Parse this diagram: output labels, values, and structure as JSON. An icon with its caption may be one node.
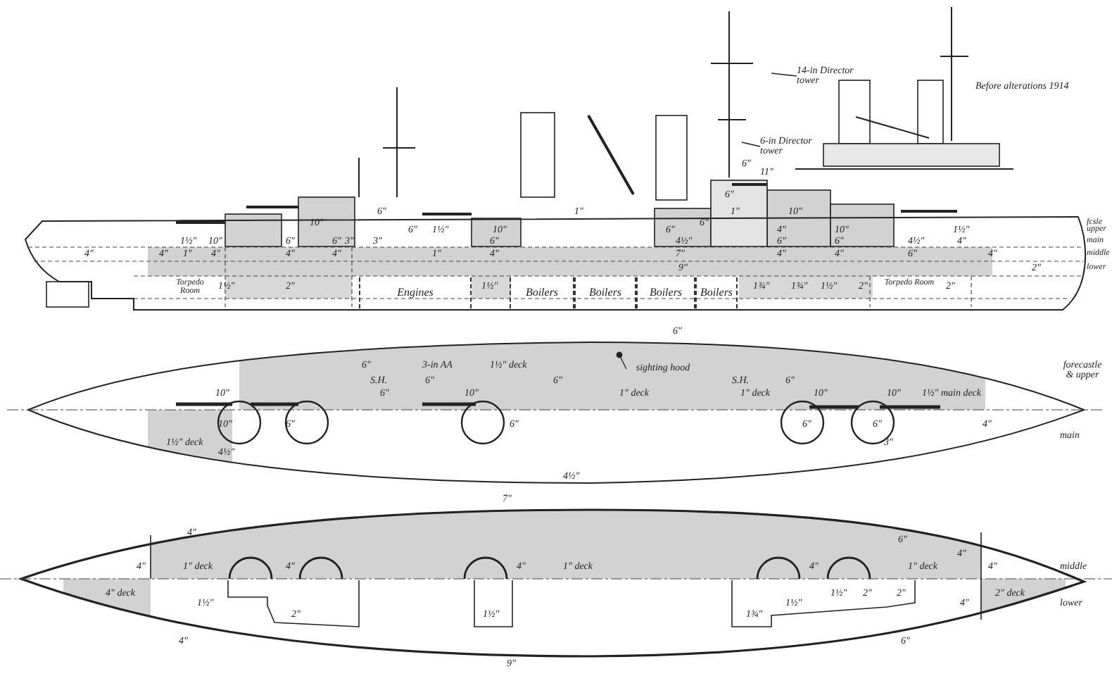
{
  "diagram": {
    "nodes": [
      {
        "text": [
          "14-in Director tower"
        ]
      },
      {
        "text": [
          "6-in Director tower"
        ]
      },
      {
        "text": [
          "Torpedo Room"
        ]
      },
      {
        "text": [
          "Engines"
        ]
      },
      {
        "text": [
          "Boilers"
        ]
      },
      {
        "text": [
          "Boilers"
        ]
      },
      {
        "text": [
          "Boilers"
        ]
      },
      {
        "text": [
          "Boilers"
        ]
      },
      {
        "text": [
          "Torpedo Room"
        ]
      },
      {
        "text": [
          "sighting hood"
        ]
      }
    ],
    "edges": [
      {
        "from": 0,
        "to": null,
        "arrow": "none"
      },
      {
        "from": 1,
        "to": null,
        "arrow": "none"
      },
      {
        "from": 9,
        "to": null,
        "arrow": "other"
      }
    ],
    "labels": [
      "Before alterations 1914",
      "6\"",
      "11\"",
      "6\"",
      "6\"",
      "1\"",
      "1\"",
      "10\"",
      "10\"",
      "6\"",
      "fcsle",
      "6\"",
      "1½\"",
      "10\"",
      "6\"",
      "4\"",
      "10\"",
      "1½\"",
      "upper",
      "1½\"",
      "10\"",
      "6\"",
      "6\"",
      "3\"",
      "3\"",
      "6\"",
      "4½\"",
      "6\"",
      "6\"",
      "4½\"",
      "4\"",
      "main",
      "4\"",
      "4\"",
      "1\"",
      "4\"",
      "4\"",
      "4\"",
      "1\"",
      "4\"",
      "7\"",
      "4\"",
      "4\"",
      "6\"",
      "4\"",
      "middle",
      "9\"",
      "2\"",
      "lower",
      "1½\"",
      "2\"",
      "1½\"",
      "1¾\"",
      "1¾\"",
      "1½\"",
      "2\"",
      "2\"",
      "6\"",
      "6\"",
      "3-in AA",
      "1½\" deck",
      "forecastle & upper",
      "S.H.",
      "6\"",
      "6\"",
      "S.H.",
      "6\"",
      "10\"",
      "6\"",
      "10\"",
      "1\" deck",
      "1\" deck",
      "10\"",
      "10\"",
      "1½\" main deck",
      "10\"",
      "6\"",
      "6\"",
      "6\"",
      "6\"",
      "4\"",
      "main",
      "1½\" deck",
      "3\"",
      "4½\"",
      "4½\"",
      "7\"",
      "4\"",
      "6\"",
      "4\"",
      "4\"",
      "1\" deck",
      "4\"",
      "4\"",
      "1\" deck",
      "4\"",
      "1\" deck",
      "4\"",
      "middle",
      "4\" deck",
      "1½\"",
      "2\"",
      "2\"",
      "2\" deck",
      "1½\"",
      "1½\"",
      "4\"",
      "lower",
      "2\"",
      "1½\"",
      "1¾\"",
      "4\"",
      "6\"",
      "9\""
    ]
  }
}
